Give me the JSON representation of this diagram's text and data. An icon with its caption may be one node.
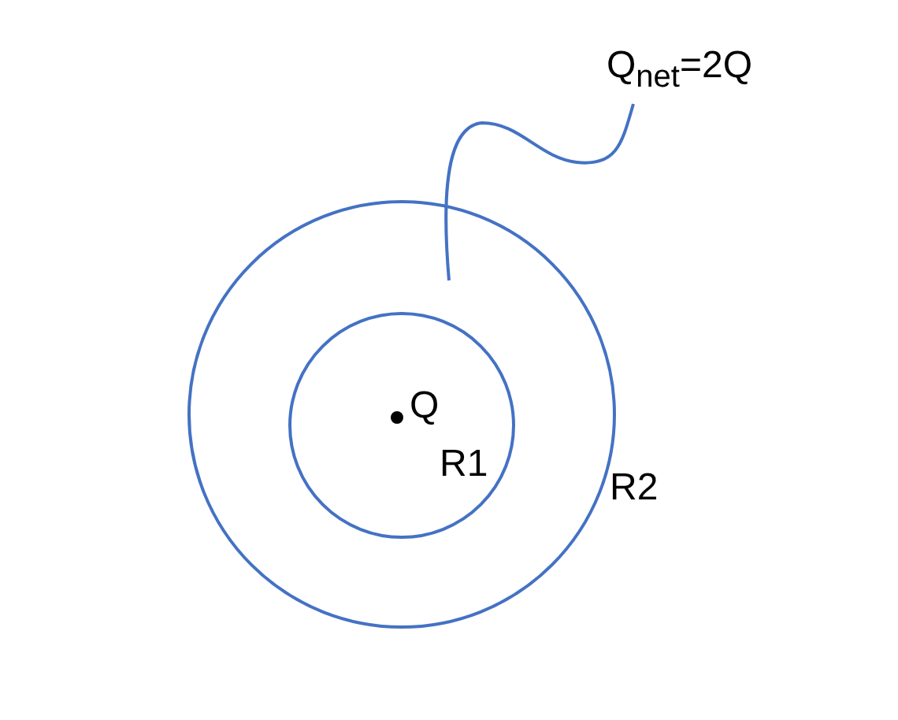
{
  "diagram": {
    "nodes": [
      {
        "text": [
          "R2"
        ]
      },
      {
        "text": [
          "R1"
        ],
        "in": 0
      },
      {
        "text": [
          "Q"
        ],
        "in": 1
      },
      {
        "text": [
          "Q$_{net}$=2Q"
        ]
      }
    ],
    "edges": [
      {
        "from": 3,
        "to": 0,
        "arrow": "none"
      }
    ]
  }
}
